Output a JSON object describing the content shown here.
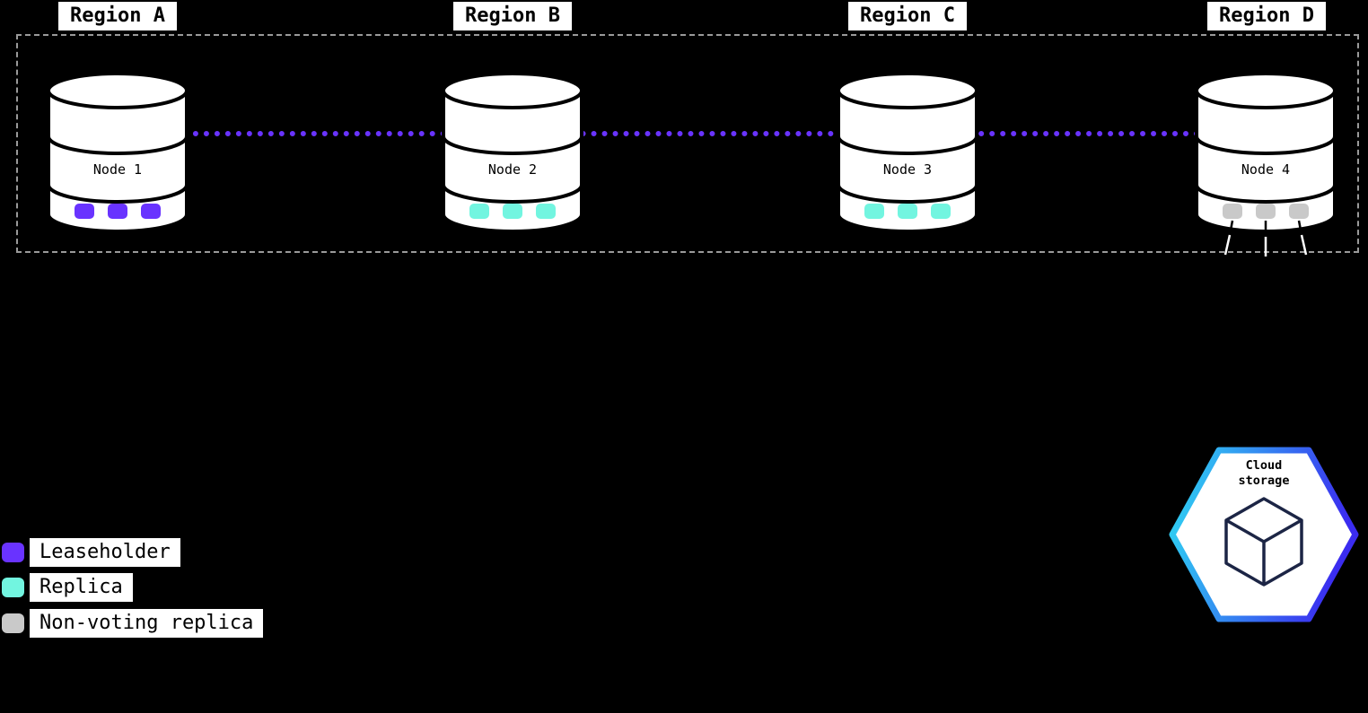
{
  "regions": [
    {
      "label": "Region A"
    },
    {
      "label": "Region B"
    },
    {
      "label": "Region C"
    },
    {
      "label": "Region D"
    }
  ],
  "nodes": [
    {
      "label": "Node 1",
      "replica_type": "leaseholder",
      "replica_color": "#6933ff",
      "replica_count": 3
    },
    {
      "label": "Node 2",
      "replica_type": "replica",
      "replica_color": "#72f5e0",
      "replica_count": 3
    },
    {
      "label": "Node 3",
      "replica_type": "replica",
      "replica_color": "#72f5e0",
      "replica_count": 3
    },
    {
      "label": "Node 4",
      "replica_type": "non-voting replica",
      "replica_color": "#c9c9c9",
      "replica_count": 3
    }
  ],
  "legend": {
    "items": [
      {
        "label": "Leaseholder",
        "color": "#6933ff"
      },
      {
        "label": "Replica",
        "color": "#72f5e0"
      },
      {
        "label": "Non-voting replica",
        "color": "#c9c9c9"
      }
    ]
  },
  "cloud_storage": {
    "label": "Cloud storage"
  },
  "colors": {
    "background": "#000000",
    "replication_link": "#6933ff",
    "boundary_dash": "#9a9a9a",
    "cylinder_fill": "#ffffff",
    "cylinder_stroke": "#000000",
    "hex_gradient_start": "#2ed9f2",
    "hex_gradient_end": "#3b2cf0",
    "cube_stroke": "#1c2545"
  }
}
